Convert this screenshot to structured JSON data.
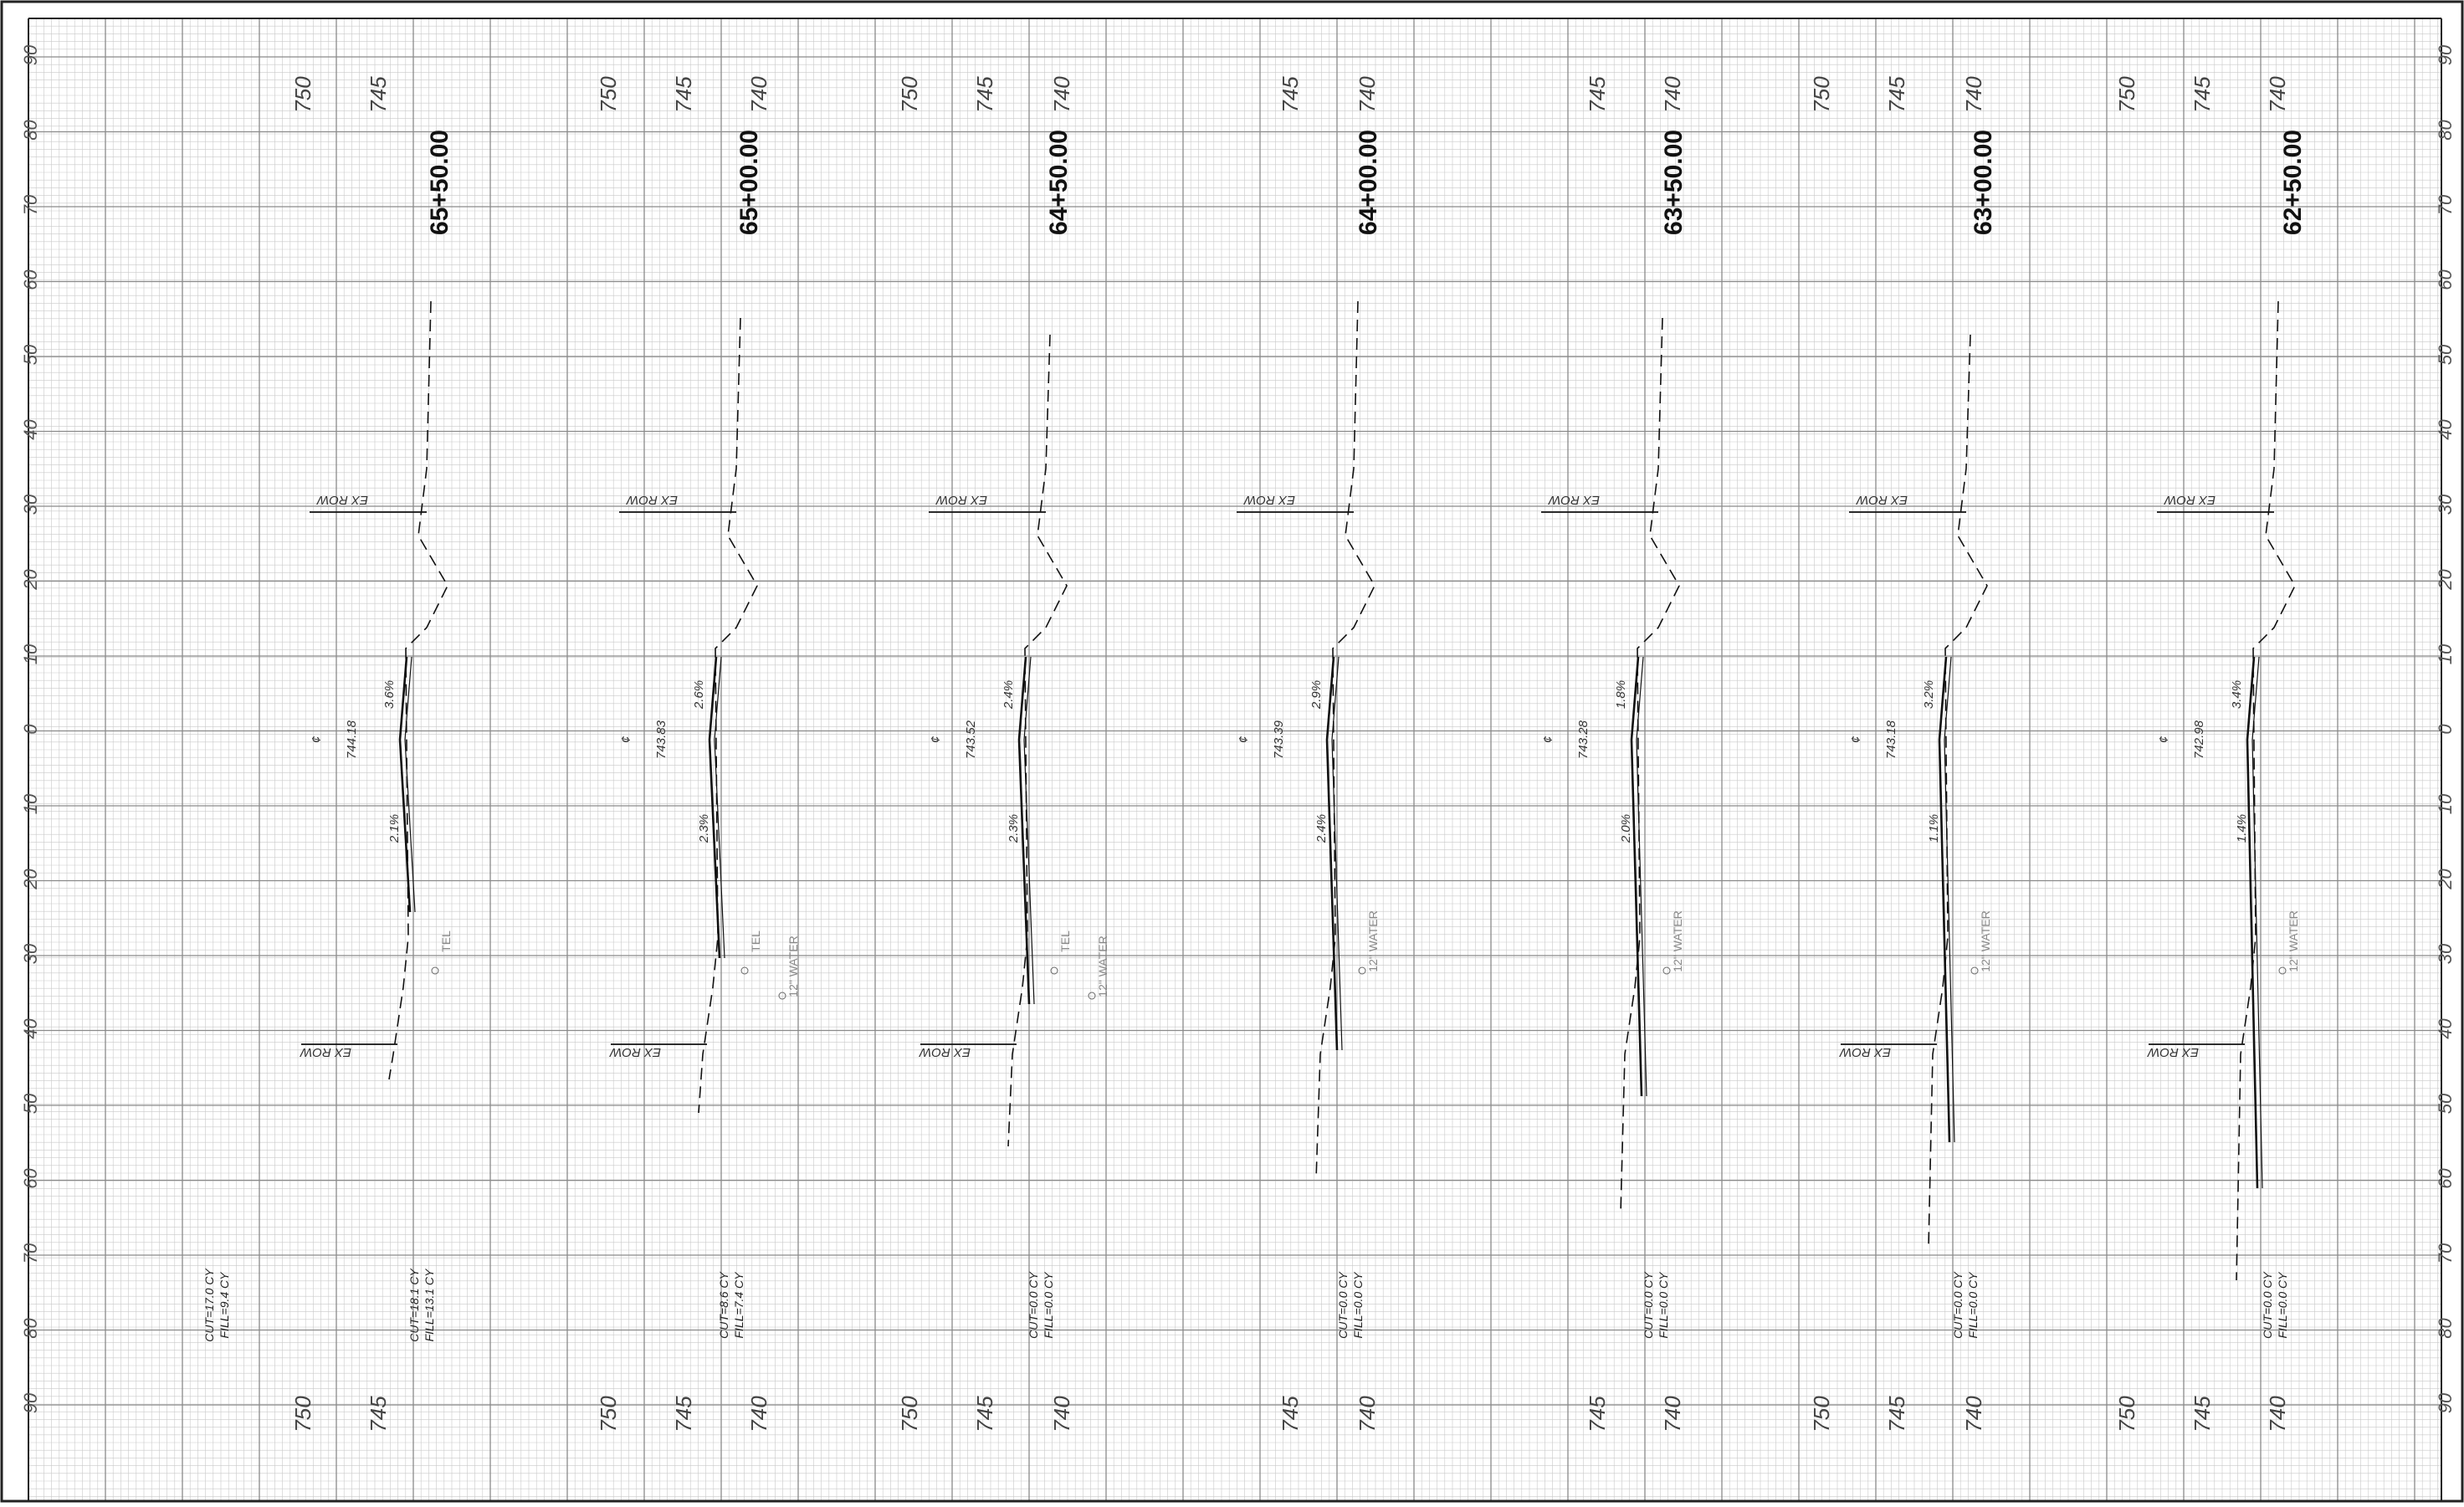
{
  "offsets_top": [
    "90",
    "80",
    "70",
    "60",
    "50",
    "40",
    "30",
    "20",
    "10",
    "0",
    "10",
    "20",
    "30",
    "40",
    "50",
    "60",
    "70",
    "80",
    "90"
  ],
  "sections": [
    {
      "station": "65+50.00",
      "elevations": [
        "750",
        "745"
      ],
      "cl_elev": "744.18",
      "slope_upper": "3.6%",
      "slope_lower": "2.1%",
      "row_top": "EX ROW",
      "row_bottom": "EX ROW",
      "utilities": [
        "TEL"
      ],
      "cut": "CUT=18.1 CY",
      "fill": "FILL=13.1 CY"
    },
    {
      "station": "65+00.00",
      "elevations": [
        "750",
        "745",
        "740"
      ],
      "cl_elev": "743.83",
      "slope_upper": "2.6%",
      "slope_lower": "2.3%",
      "row_top": "EX ROW",
      "row_bottom": "EX ROW",
      "utilities": [
        "TEL",
        "12\" WATER"
      ],
      "cut": "CUT=8.6 CY",
      "fill": "FILL=7.4 CY"
    },
    {
      "station": "64+50.00",
      "elevations": [
        "750",
        "745",
        "740"
      ],
      "cl_elev": "743.52",
      "slope_upper": "2.4%",
      "slope_lower": "2.3%",
      "row_top": "EX ROW",
      "row_bottom": "EX ROW",
      "utilities": [
        "TEL",
        "12\" WATER"
      ],
      "cut": "CUT=0.0 CY",
      "fill": "FILL=0.0 CY"
    },
    {
      "station": "64+00.00",
      "elevations": [
        "745",
        "740"
      ],
      "cl_elev": "743.39",
      "slope_upper": "2.9%",
      "slope_lower": "2.4%",
      "row_top": "EX ROW",
      "row_bottom": "",
      "utilities": [
        "12\" WATER"
      ],
      "cut": "CUT=0.0 CY",
      "fill": "FILL=0.0 CY"
    },
    {
      "station": "63+50.00",
      "elevations": [
        "745",
        "740"
      ],
      "cl_elev": "743.28",
      "slope_upper": "1.8%",
      "slope_lower": "2.0%",
      "row_top": "EX ROW",
      "row_bottom": "",
      "utilities": [
        "12\" WATER"
      ],
      "cut": "CUT=0.0 CY",
      "fill": "FILL=0.0 CY"
    },
    {
      "station": "63+00.00",
      "elevations": [
        "750",
        "745",
        "740"
      ],
      "cl_elev": "743.18",
      "slope_upper": "3.2%",
      "slope_lower": "1.1%",
      "row_top": "EX ROW",
      "row_bottom": "EX ROW",
      "utilities": [
        "12\" WATER"
      ],
      "cut": "CUT=0.0 CY",
      "fill": "FILL=0.0 CY"
    },
    {
      "station": "62+50.00",
      "elevations": [
        "750",
        "745",
        "740"
      ],
      "cl_elev": "742.98",
      "slope_upper": "3.4%",
      "slope_lower": "1.4%",
      "row_top": "EX ROW",
      "row_bottom": "EX ROW",
      "utilities": [
        "12\" WATER"
      ],
      "cut": "CUT=0.0 CY",
      "fill": "FILL=0.0 CY"
    }
  ],
  "extra_volume": {
    "cut": "CUT=17.0 CY",
    "fill": "FILL=9.4 CY"
  },
  "colors": {
    "grid_major": "#8a8a8a",
    "grid_minor": "#c9c9c9",
    "line": "#111111"
  }
}
